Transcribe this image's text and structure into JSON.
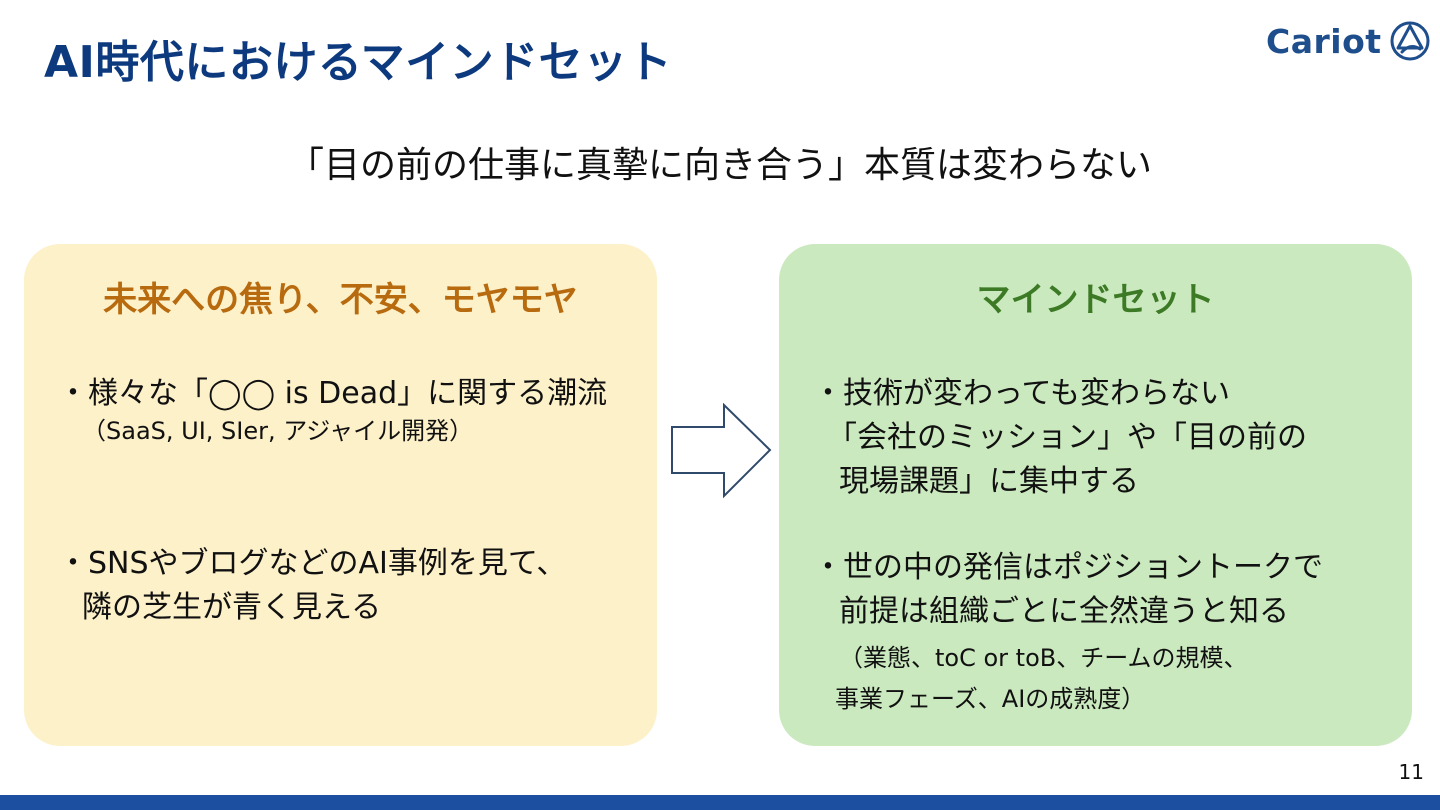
{
  "slide": {
    "title": "AI時代におけるマインドセット",
    "subtitle": "「目の前の仕事に真摯に向き合う」本質は変わらない",
    "page_number": "11"
  },
  "logo": {
    "text": "Cariot",
    "icon": "cariot-logo-icon"
  },
  "left_panel": {
    "heading": "未来への焦り、不安、モヤモヤ",
    "lines": [
      "・様々な「◯◯ is Dead」に関する潮流",
      "（SaaS, UI, SIer, アジャイル開発）",
      "・SNSやブログなどのAI事例を見て、",
      "隣の芝生が青く見える"
    ]
  },
  "right_panel": {
    "heading": "マインドセット",
    "lines": [
      "・技術が変わっても変わらない",
      "「会社のミッション」や「目の前の",
      "現場課題」に集中する",
      "・世の中の発信はポジショントークで",
      "前提は組織ごとに全然違うと知る",
      "（業態、toC or toB、チームの規模、",
      "事業フェーズ、AIの成熟度）"
    ]
  },
  "colors": {
    "title": "#0d3a7e",
    "left_panel_bg": "#fdf1ca",
    "left_heading": "#b86a0e",
    "right_panel_bg": "#cbe9bf",
    "right_heading": "#3c7a25",
    "bottom_bar": "#1d4fa1",
    "arrow_stroke": "#2f4a6b"
  }
}
